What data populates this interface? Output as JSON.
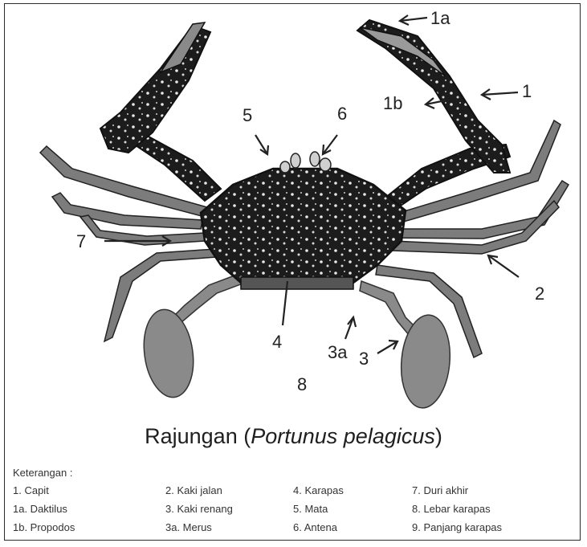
{
  "callouts": {
    "c1a": "1a",
    "c1": "1",
    "c1b": "1b",
    "c5": "5",
    "c6": "6",
    "c7": "7",
    "c2": "2",
    "c4": "4",
    "c3a": "3a",
    "c3": "3",
    "c8": "8"
  },
  "title": {
    "main": "Rajungan (",
    "species": "Portunus pelagicus",
    "close": ")"
  },
  "legend": {
    "heading": "Keterangan :",
    "items": [
      "1. Capit",
      "1a. Daktilus",
      "1b. Propodos",
      "2. Kaki jalan",
      "3. Kaki renang",
      "3a. Merus",
      "4. Karapas",
      "5. Mata",
      "6. Antena",
      "7. Duri akhir",
      "8. Lebar karapas",
      "9. Panjang karapas"
    ]
  }
}
